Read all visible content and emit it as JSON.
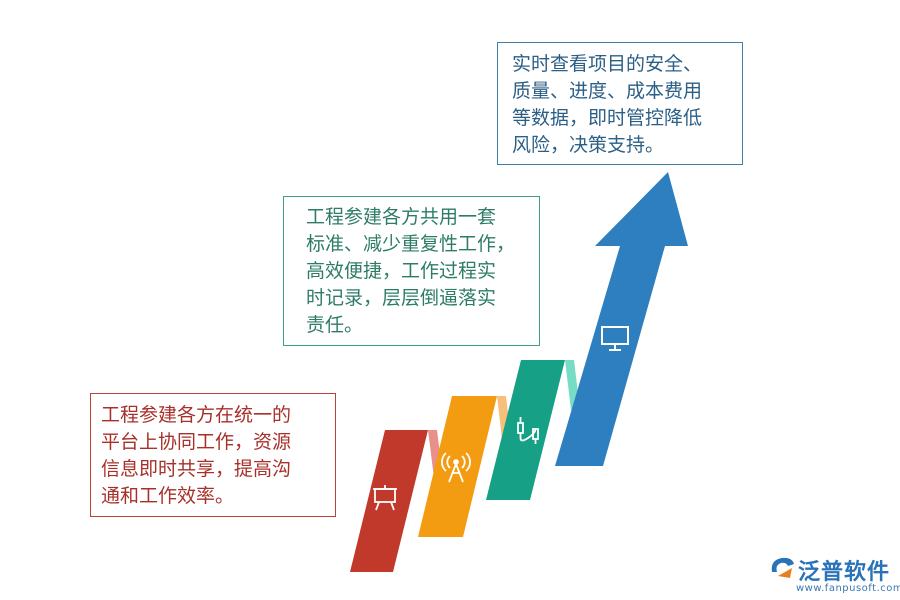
{
  "boxes": {
    "box1": {
      "lines": [
        "工程参建各方在统一的",
        "平台上协同工作，资源",
        "信息即时共享，提高沟",
        "通和工作效率。"
      ],
      "color": "#a8302a"
    },
    "box2": {
      "lines": [
        "工程参建各方共用一套",
        "标准、减少重复性工作，",
        "高效便捷，工作过程实",
        "时记录，层层倒逼落实",
        "责任。"
      ],
      "color": "#2e7c68"
    },
    "box3": {
      "lines": [
        "实时查看项目的安全、",
        "质量、进度、成本费用",
        "等数据，即时管控降低",
        "风险，决策支持。"
      ],
      "color": "#2c5f86"
    }
  },
  "steps": [
    {
      "icon": "presentation-board-icon",
      "color": "#c0392b"
    },
    {
      "icon": "signal-tower-icon",
      "color": "#f39c12"
    },
    {
      "icon": "usb-cable-icon",
      "color": "#16a085"
    },
    {
      "icon": "monitor-icon",
      "color": "#2e7fbf"
    }
  ],
  "logo": {
    "name": "泛普软件",
    "url": "www.fanpusoft.com"
  }
}
